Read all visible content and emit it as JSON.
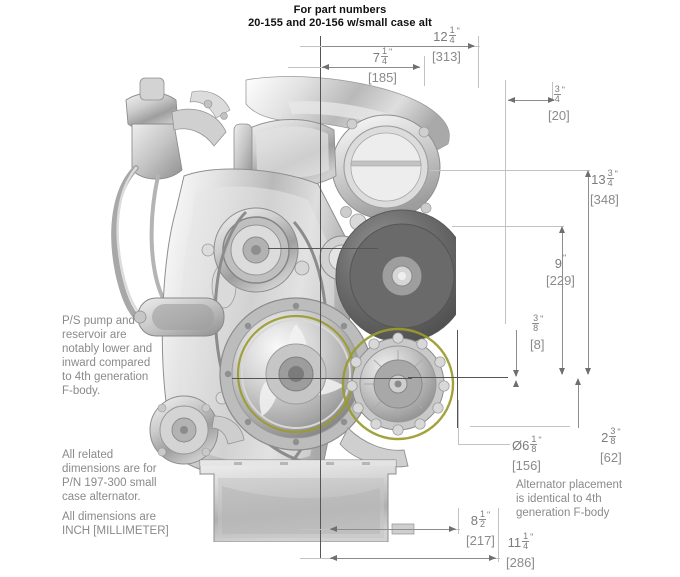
{
  "title": {
    "line1": "For part numbers",
    "line2": "20-155 and 20-156 w/small case alt"
  },
  "colors": {
    "title_text": "#111111",
    "dimension_text": "#7c7c7c",
    "note_text": "#8a8a8a",
    "dimension_line": "#8d8d8d",
    "extension_line": "#c2c2c2",
    "centerline": "#555555",
    "highlight_ring": "#9a9b2e",
    "background": "#ffffff"
  },
  "dimensions": {
    "top_inner": {
      "whole": "7",
      "num": "1",
      "den": "4",
      "unit": "\"",
      "mm": "[185]"
    },
    "top_outer": {
      "whole": "12",
      "num": "1",
      "den": "4",
      "unit": "\"",
      "mm": "[313]"
    },
    "right_offset": {
      "whole": "",
      "num": "3",
      "den": "4",
      "unit": "\"",
      "mm": "[20]"
    },
    "right_tall": {
      "whole": "13",
      "num": "3",
      "den": "4",
      "unit": "\"",
      "mm": "[348]"
    },
    "right_nine": {
      "whole": "9",
      "num": "",
      "den": "",
      "unit": "\"",
      "mm": "[229]"
    },
    "right_small": {
      "whole": "",
      "num": "3",
      "den": "8",
      "unit": "\"",
      "mm": "[8]"
    },
    "right_lower": {
      "whole": "2",
      "num": "3",
      "den": "8",
      "unit": "\"",
      "mm": "[62]"
    },
    "diameter": {
      "sym": "Ø",
      "whole": "6",
      "num": "1",
      "den": "8",
      "unit": "\"",
      "mm": "[156]"
    },
    "bottom_inner": {
      "whole": "8",
      "num": "1",
      "den": "2",
      "unit": "\"",
      "mm": "[217]"
    },
    "bottom_outer": {
      "whole": "11",
      "num": "1",
      "den": "4",
      "unit": "\"",
      "mm": "[286]"
    }
  },
  "notes": {
    "ps_pump": "P/S pump and\nreservoir are\nnotably lower and\ninward compared\nto 4th generation\nF-body.",
    "related_dims": "All related\ndimensions are for\nP/N 197-300 small\ncase alternator.",
    "units": "All dimensions are\nINCH [MILLIMETER]",
    "alternator": "Alternator placement\nis identical to 4th\ngeneration F-body"
  }
}
